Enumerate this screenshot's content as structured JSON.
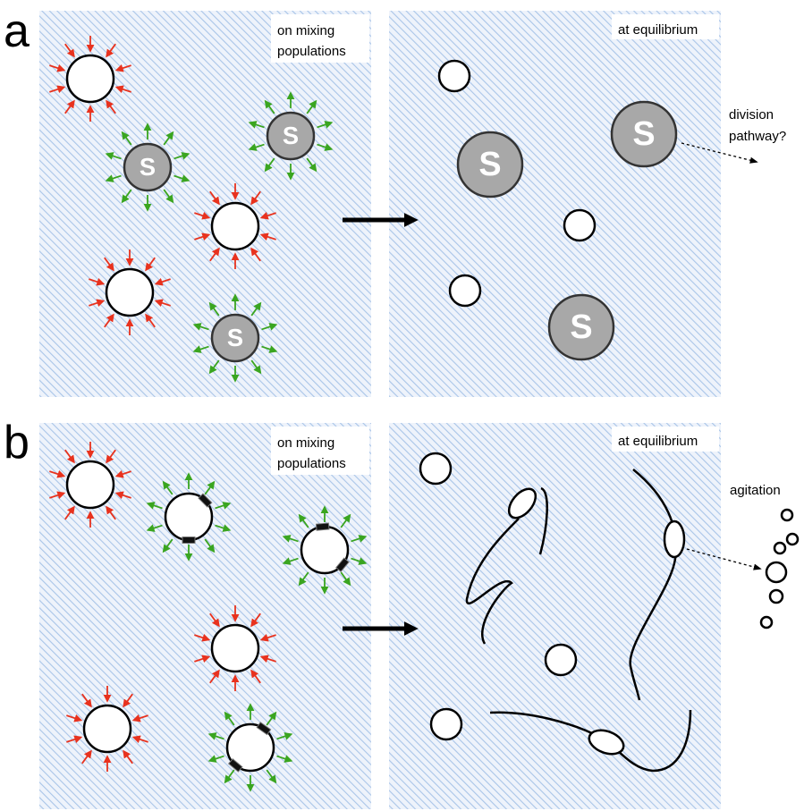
{
  "panels": {
    "a": {
      "letter": "a",
      "left_title": [
        "on mixing",
        "populations"
      ],
      "right_title": "at equilibrium",
      "side_note": [
        "division",
        "pathway?"
      ],
      "vesicle_symbol": "S"
    },
    "b": {
      "letter": "b",
      "left_title": [
        "on mixing",
        "populations"
      ],
      "right_title": "at equilibrium",
      "side_note": "agitation"
    }
  },
  "colors": {
    "background_hatch": "#a9c5e8",
    "background_fill": "#eaf1fb",
    "inward_arrow": "#e8321e",
    "outward_arrow": "#3aa520",
    "vesicle_fill": "#ffffff",
    "s_vesicle_fill": "#a8a8a8",
    "stroke": "#000000"
  },
  "icons": {
    "inward_arrow": "red-inward-arrow-icon",
    "outward_arrow": "green-outward-arrow-icon",
    "process_arrow": "black-right-arrow-icon",
    "dashed_arrow": "dashed-arrow-icon"
  }
}
